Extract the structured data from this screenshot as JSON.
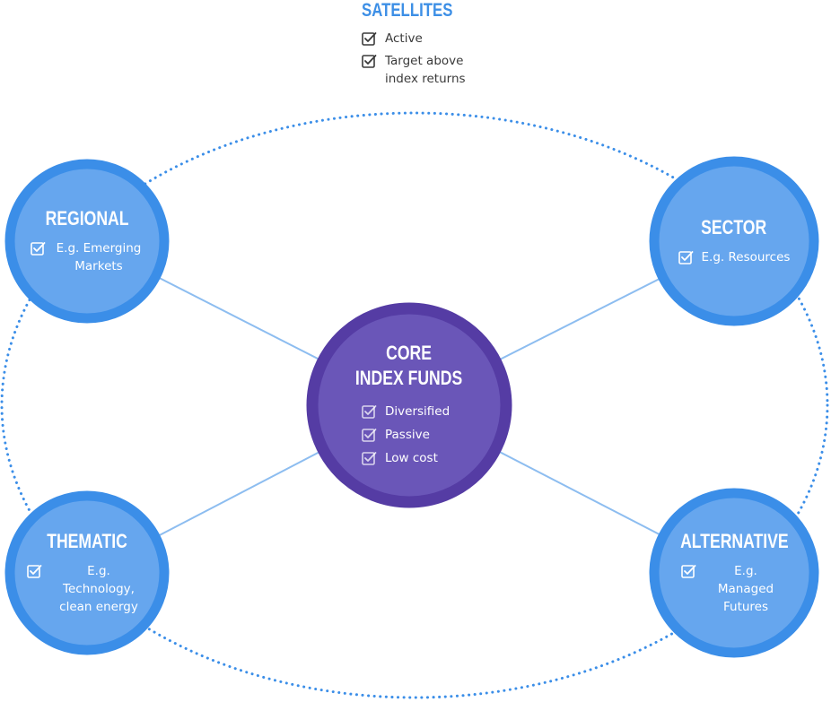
{
  "colors": {
    "satellite_ring": "#3b8ee8",
    "satellite_fill": "#66a6ee",
    "core_ring": "#553ca4",
    "core_fill": "#6a56b8",
    "connector": "#8dbdf0",
    "orbit": "#3b8ee8",
    "header": "#3d8fe6"
  },
  "satellites": {
    "title": "SATELLITES",
    "items": [
      "Active",
      "Target above index returns"
    ]
  },
  "core": {
    "title_line1": "CORE",
    "title_line2": "INDEX FUNDS",
    "items": [
      "Diversified",
      "Passive",
      "Low cost"
    ]
  },
  "regional": {
    "title": "REGIONAL",
    "item": "E.g. Emerging Markets"
  },
  "sector": {
    "title": "SECTOR",
    "item": "E.g. Resources"
  },
  "thematic": {
    "title": "THEMATIC",
    "item": "E.g. Technology, clean energy"
  },
  "alternative": {
    "title": "ALTERNATIVE",
    "item": "E.g. Managed Futures"
  },
  "icons": {
    "check": "checkbox-check-icon"
  }
}
